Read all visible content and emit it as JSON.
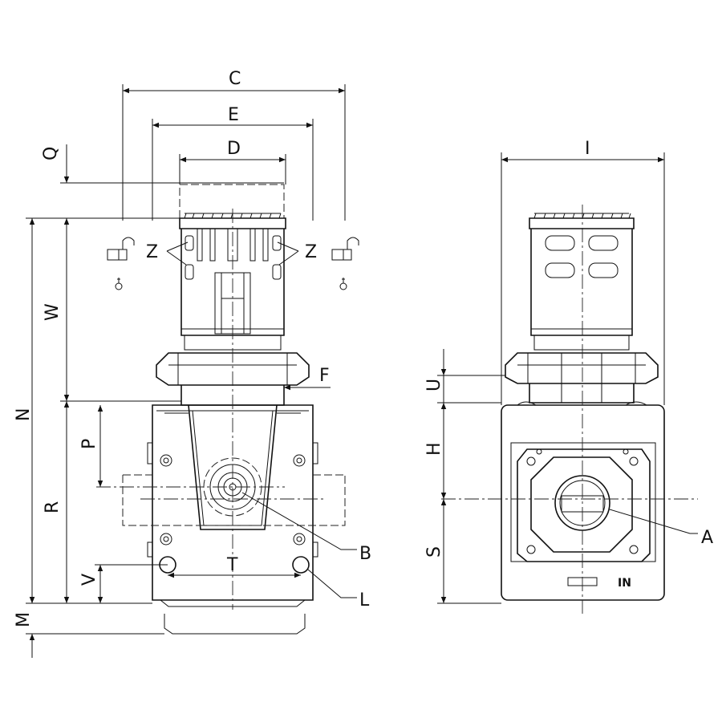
{
  "dimension_labels": {
    "C": "C",
    "E": "E",
    "D": "D",
    "Q": "Q",
    "W": "W",
    "N": "N",
    "F": "F",
    "P": "P",
    "R": "R",
    "T": "T",
    "V": "V",
    "M": "M",
    "I": "I",
    "U": "U",
    "H": "H",
    "S": "S"
  },
  "callout_labels": {
    "Z_left": "Z",
    "Z_right": "Z",
    "A": "A",
    "B": "B",
    "L": "L"
  },
  "port_marking": "IN"
}
